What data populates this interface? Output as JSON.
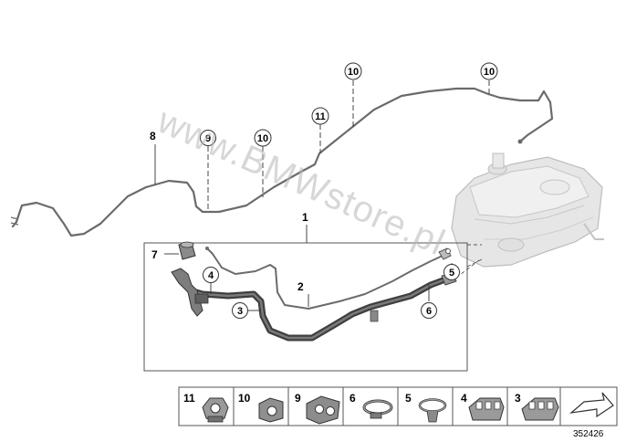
{
  "watermark": "www.BMWstore.pl",
  "diagram_id": "352426",
  "callouts": {
    "c1": "1",
    "c2": "2",
    "c3": "3",
    "c4": "4",
    "c5": "5",
    "c6": "6",
    "c7": "7",
    "c8": "8",
    "c9": "9",
    "c10a": "10",
    "c10b": "10",
    "c10c": "10",
    "c11": "11"
  },
  "legend": [
    {
      "num": "11",
      "icon": "double-clip-icon"
    },
    {
      "num": "10",
      "icon": "pipe-holder-icon"
    },
    {
      "num": "9",
      "icon": "twin-holder-icon"
    },
    {
      "num": "6",
      "icon": "hose-clamp-icon"
    },
    {
      "num": "5",
      "icon": "band-clamp-icon"
    },
    {
      "num": "4",
      "icon": "triple-clip-icon"
    },
    {
      "num": "3",
      "icon": "multi-clip-icon"
    }
  ],
  "colors": {
    "line": "#6b6b6b",
    "hose": "#4a4a4a",
    "tank": "#d8d8d8",
    "frame": "#555555"
  }
}
